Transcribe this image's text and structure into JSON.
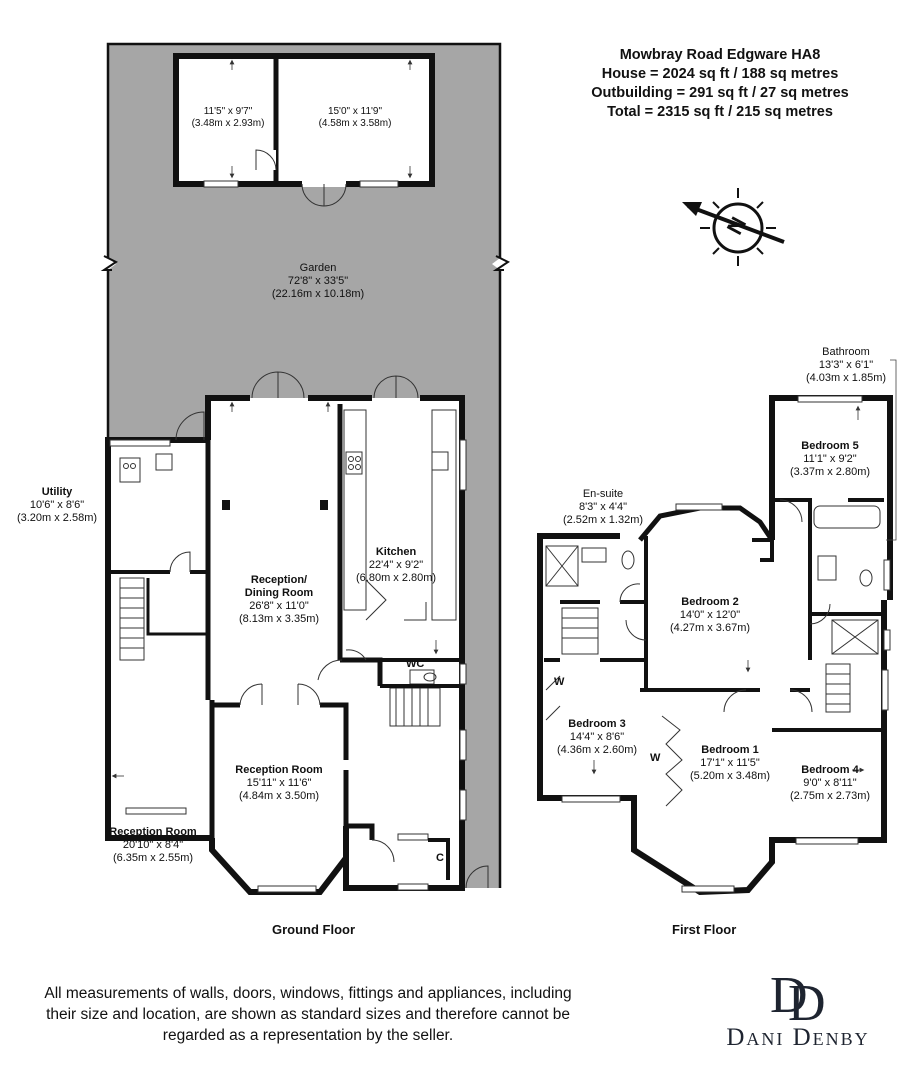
{
  "header": {
    "address": "Mowbray Road Edgware HA8",
    "house": "House = 2024 sq ft / 188 sq metres",
    "outbuilding": "Outbuilding  = 291 sq ft / 27 sq metres",
    "total": "Total = 2315 sq ft / 215 sq metres"
  },
  "outbuilding": {
    "room_left": {
      "imperial": "11'5\" x 9'7\"",
      "metric": "(3.48m x 2.93m)"
    },
    "room_right": {
      "imperial": "15'0\" x 11'9\"",
      "metric": "(4.58m x 3.58m)"
    }
  },
  "garden": {
    "name": "Garden",
    "imperial": "72'8\" x 33'5\"",
    "metric": "(22.16m x 10.18m)"
  },
  "ground_floor": {
    "title": "Ground Floor",
    "utility": {
      "name": "Utility",
      "imperial": "10'6\" x 8'6\"",
      "metric": "(3.20m x 2.58m)"
    },
    "reception_dining": {
      "name_line1": "Reception/",
      "name_line2": "Dining Room",
      "imperial": "26'8\" x 11'0\"",
      "metric": "(8.13m x 3.35m)"
    },
    "kitchen": {
      "name": "Kitchen",
      "imperial": "22'4\" x 9'2\"",
      "metric": "(6.80m x 2.80m)"
    },
    "wc": "WC",
    "cupboard": "C",
    "reception_room": {
      "name": "Reception Room",
      "imperial": "15'11\" x 11'6\"",
      "metric": "(4.84m x 3.50m)"
    },
    "reception_room_front": {
      "name": "Reception Room",
      "imperial": "20'10\" x 8'4\"",
      "metric": "(6.35m x 2.55m)"
    }
  },
  "first_floor": {
    "title": "First Floor",
    "bathroom": {
      "name": "Bathroom",
      "imperial": "13'3\" x 6'1\"",
      "metric": "(4.03m x 1.85m)"
    },
    "bedroom5": {
      "name": "Bedroom 5",
      "imperial": "11'1\" x 9'2\"",
      "metric": "(3.37m x 2.80m)"
    },
    "ensuite": {
      "name": "En-suite",
      "imperial": "8'3\" x 4'4\"",
      "metric": "(2.52m x 1.32m)"
    },
    "bedroom2": {
      "name": "Bedroom 2",
      "imperial": "14'0\" x 12'0\"",
      "metric": "(4.27m x 3.67m)"
    },
    "bedroom3": {
      "name": "Bedroom 3",
      "imperial": "14'4\" x 8'6\"",
      "metric": "(4.36m x 2.60m)"
    },
    "bedroom1": {
      "name": "Bedroom 1",
      "imperial": "17'1\" x 11'5\"",
      "metric": "(5.20m x 3.48m)"
    },
    "bedroom4": {
      "name": "Bedroom 4",
      "imperial": "9'0\" x 8'11\"",
      "metric": "(2.75m x 2.73m)"
    },
    "wardrobe": "W"
  },
  "compass": {
    "letter": "N",
    "icon": "compass-north-arrow-icon"
  },
  "disclaimer": "All measurements of walls, doors, windows, fittings and appliances, including their size and location, are shown as standard sizes and therefore cannot be regarded as a representation by the seller.",
  "brand": {
    "monogram": "DD",
    "name": "Dani Denby"
  },
  "colors": {
    "wall": "#111111",
    "garden": "#a6a6a6",
    "paper": "#ffffff",
    "brand": "#1e2430"
  }
}
